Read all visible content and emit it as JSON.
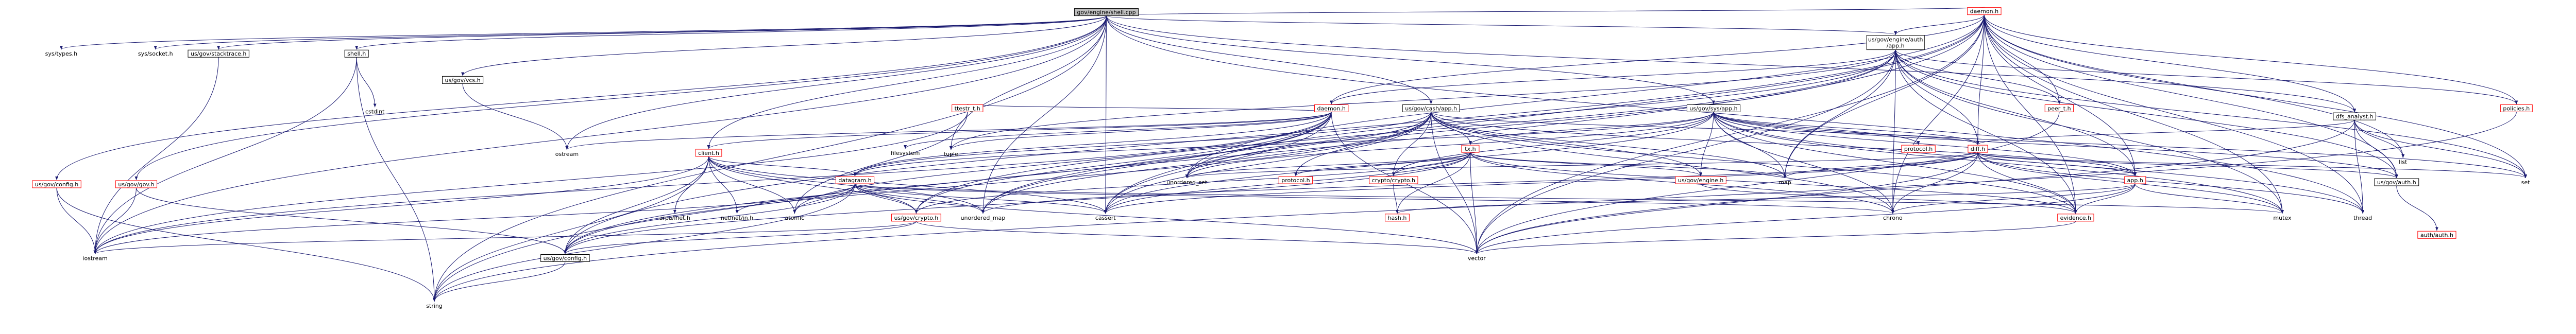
{
  "diagram": {
    "type": "include dependency graph",
    "nodes": [
      {
        "id": "root",
        "label": "gov/engine/shell.cpp",
        "style": "root"
      },
      {
        "id": "sys_types",
        "label": "sys/types.h",
        "style": "plain"
      },
      {
        "id": "sys_socket",
        "label": "sys/socket.h",
        "style": "plain"
      },
      {
        "id": "stacktrace",
        "label": "us/gov/stacktrace.h",
        "style": "normal"
      },
      {
        "id": "shell_h",
        "label": "shell.h",
        "style": "normal"
      },
      {
        "id": "cstdint",
        "label": "cstdint",
        "style": "plain"
      },
      {
        "id": "vcs",
        "label": "us/gov/vcs.h",
        "style": "normal"
      },
      {
        "id": "config_red",
        "label": "us/gov/config.h",
        "style": "red"
      },
      {
        "id": "gov_h",
        "label": "us/gov/gov.h",
        "style": "red"
      },
      {
        "id": "daemon",
        "label": "daemon.h",
        "style": "red"
      },
      {
        "id": "engine_auth_app",
        "label": "us/gov/engine/auth/app.h",
        "style": "normal"
      },
      {
        "id": "dfs_analyst",
        "label": "dfs_analyst.h",
        "style": "normal"
      },
      {
        "id": "policies",
        "label": "policies.h",
        "style": "red"
      },
      {
        "id": "peer_t",
        "label": "peer_t.h",
        "style": "red"
      },
      {
        "id": "daemon2",
        "label": "daemon.h",
        "style": "red"
      },
      {
        "id": "cash_app",
        "label": "us/gov/cash/app.h",
        "style": "normal"
      },
      {
        "id": "sys_app",
        "label": "us/gov/sys/app.h",
        "style": "normal"
      },
      {
        "id": "client_h",
        "label": "client.h",
        "style": "red"
      },
      {
        "id": "filesystem",
        "label": "filesystem",
        "style": "plain"
      },
      {
        "id": "ostream",
        "label": "ostream",
        "style": "plain"
      },
      {
        "id": "tuple",
        "label": "tuple",
        "style": "plain"
      },
      {
        "id": "ttestr",
        "label": "ttestr_t.h",
        "style": "red"
      },
      {
        "id": "tx_h",
        "label": "tx.h",
        "style": "red"
      },
      {
        "id": "protocol",
        "label": "protocol.h",
        "style": "red"
      },
      {
        "id": "diff_h",
        "label": "diff.h",
        "style": "red"
      },
      {
        "id": "list",
        "label": "list",
        "style": "plain"
      },
      {
        "id": "datagram",
        "label": "datagram.h",
        "style": "red"
      },
      {
        "id": "unordered_set",
        "label": "unordered_set",
        "style": "plain"
      },
      {
        "id": "map",
        "label": "map",
        "style": "plain"
      },
      {
        "id": "set",
        "label": "set",
        "style": "plain"
      },
      {
        "id": "protocol2",
        "label": "protocol.h",
        "style": "red"
      },
      {
        "id": "crypto_crypto",
        "label": "crypto/crypto.h",
        "style": "red"
      },
      {
        "id": "gov_engine",
        "label": "us/gov/engine.h",
        "style": "red"
      },
      {
        "id": "app_h",
        "label": "app.h",
        "style": "red"
      },
      {
        "id": "auth_h",
        "label": "us/gov/auth.h",
        "style": "normal"
      },
      {
        "id": "arpa_inet",
        "label": "arpa/inet.h",
        "style": "plain"
      },
      {
        "id": "netinet_in",
        "label": "netinet/in.h",
        "style": "plain"
      },
      {
        "id": "atomic",
        "label": "atomic",
        "style": "plain"
      },
      {
        "id": "gov_crypto",
        "label": "us/gov/crypto.h",
        "style": "red"
      },
      {
        "id": "unordered_map",
        "label": "unordered_map",
        "style": "plain"
      },
      {
        "id": "cassert",
        "label": "cassert",
        "style": "plain"
      },
      {
        "id": "hash_h",
        "label": "hash.h",
        "style": "red"
      },
      {
        "id": "chrono",
        "label": "chrono",
        "style": "plain"
      },
      {
        "id": "evidence",
        "label": "evidence.h",
        "style": "red"
      },
      {
        "id": "mutex",
        "label": "mutex",
        "style": "plain"
      },
      {
        "id": "thread",
        "label": "thread",
        "style": "plain"
      },
      {
        "id": "auth_auth",
        "label": "auth/auth.h",
        "style": "red"
      },
      {
        "id": "iostream",
        "label": "iostream",
        "style": "plain"
      },
      {
        "id": "gov_config",
        "label": "us/gov/config.h",
        "style": "normal"
      },
      {
        "id": "vector",
        "label": "vector",
        "style": "plain"
      },
      {
        "id": "string",
        "label": "string",
        "style": "plain"
      }
    ]
  }
}
